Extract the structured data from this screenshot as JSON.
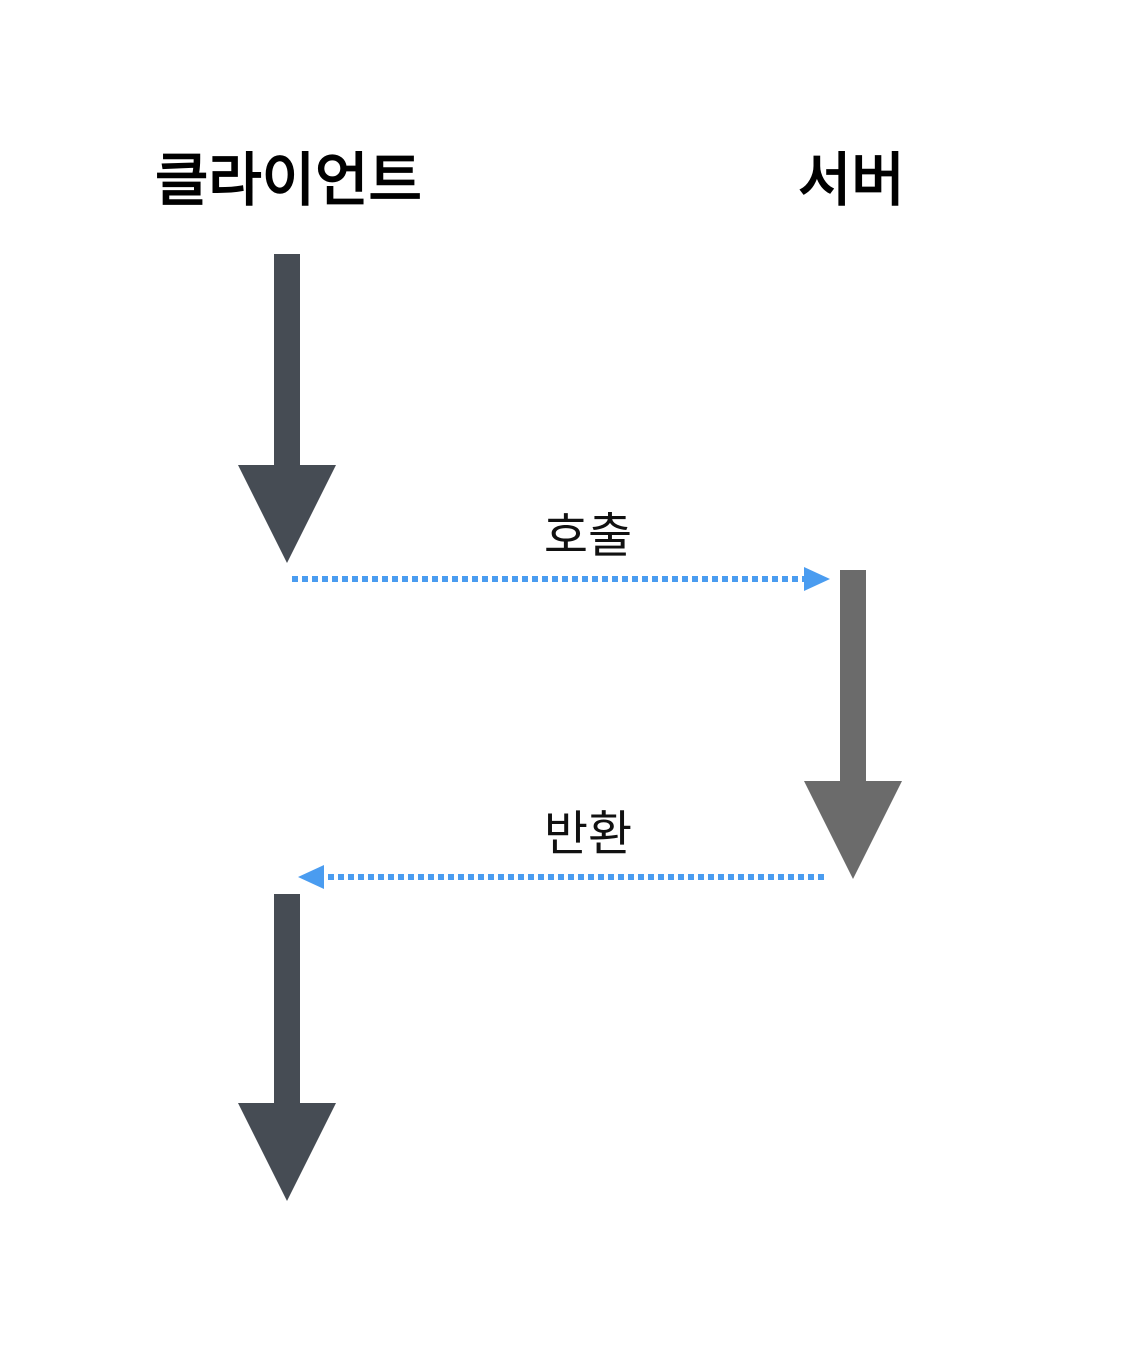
{
  "lanes": {
    "client": "클라이언트",
    "server": "서버"
  },
  "messages": {
    "call": "호출",
    "return": "반환"
  },
  "colors": {
    "client_arrow": "#464c54",
    "server_arrow": "#6b6b6b",
    "message_line": "#4a9cf0"
  }
}
